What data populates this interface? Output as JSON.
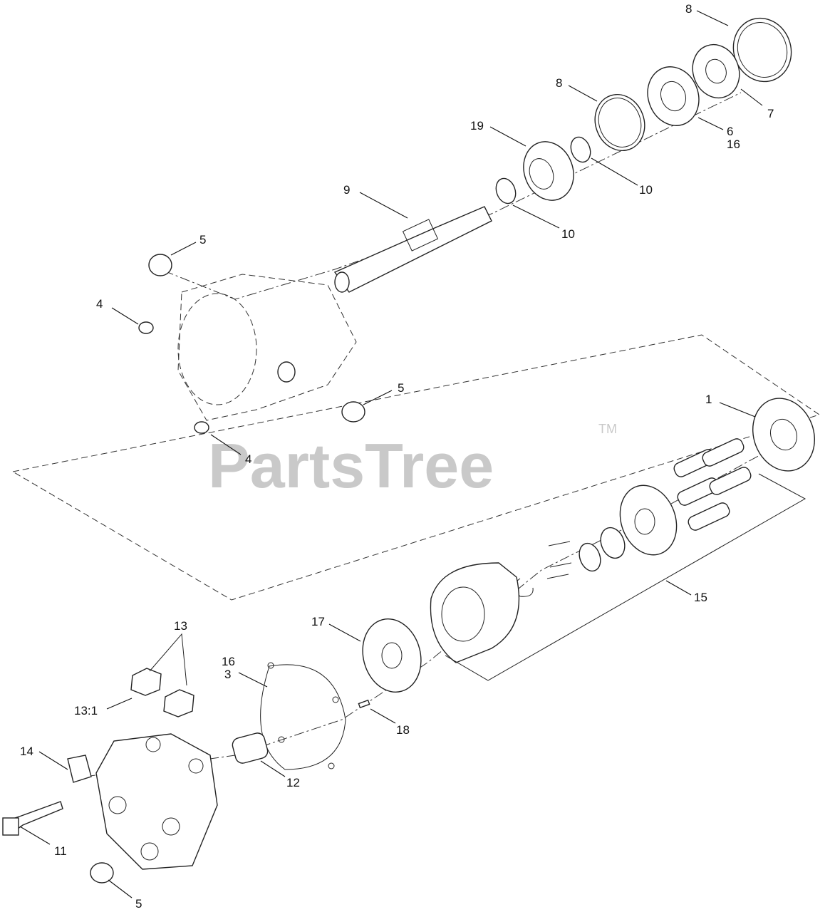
{
  "watermark": {
    "text": "PartsTree",
    "tm": "TM"
  },
  "callouts": [
    {
      "text": "8"
    },
    {
      "text": "8"
    },
    {
      "text": "7"
    },
    {
      "text": "6"
    },
    {
      "text": "16"
    },
    {
      "text": "19"
    },
    {
      "text": "10"
    },
    {
      "text": "9"
    },
    {
      "text": "10"
    },
    {
      "text": "5"
    },
    {
      "text": "4"
    },
    {
      "text": "5"
    },
    {
      "text": "4"
    },
    {
      "text": "1"
    },
    {
      "text": "15"
    },
    {
      "text": "13"
    },
    {
      "text": "17"
    },
    {
      "text": "16"
    },
    {
      "text": "3"
    },
    {
      "text": "13:1"
    },
    {
      "text": "18"
    },
    {
      "text": "14"
    },
    {
      "text": "12"
    },
    {
      "text": "11"
    },
    {
      "text": "5"
    }
  ]
}
